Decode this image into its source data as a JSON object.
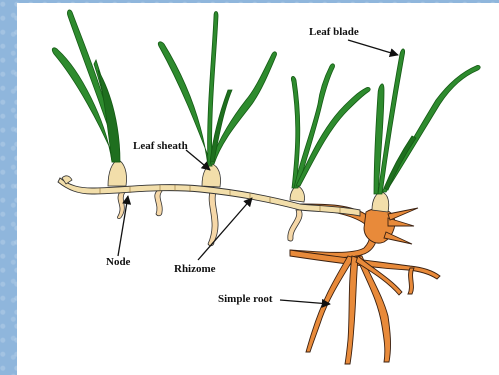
{
  "labels": {
    "leaf_blade": "Leaf blade",
    "leaf_sheath": "Leaf sheath",
    "node": "Node",
    "rhizome": "Rhizome",
    "simple_root": "Simple root"
  },
  "colors": {
    "background": "#8fb6dc",
    "leaf": "#2e8b2e",
    "leaf_dark": "#145a14",
    "rhizome": "#f2deaa",
    "root": "#e88a3a",
    "outline": "#222222"
  }
}
